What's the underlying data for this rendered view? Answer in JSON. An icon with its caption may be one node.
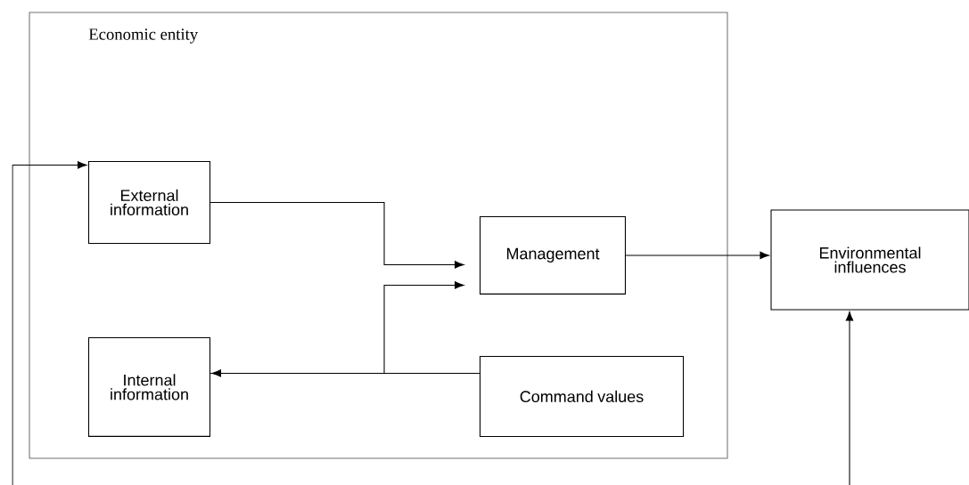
{
  "diagram": {
    "nodes": [
      {
        "text": [
          "Economic entity"
        ]
      },
      {
        "text": [
          "External information"
        ],
        "in": 0
      },
      {
        "text": [
          "Management"
        ],
        "in": 0
      },
      {
        "text": [
          "Environmental influences"
        ]
      },
      {
        "text": [
          "Internal information"
        ],
        "in": 0
      },
      {
        "text": [
          "Command values"
        ],
        "in": 0
      }
    ],
    "edges": [
      {
        "from": null,
        "to": 1,
        "arrow": "to"
      },
      {
        "from": 1,
        "to": 2,
        "arrow": "to"
      },
      {
        "from": 4,
        "to": 2,
        "arrow": "to"
      },
      {
        "from": 2,
        "to": 3,
        "arrow": "to"
      },
      {
        "from": 5,
        "to": 4,
        "arrow": "to"
      },
      {
        "from": null,
        "to": 3,
        "arrow": "to"
      }
    ]
  }
}
